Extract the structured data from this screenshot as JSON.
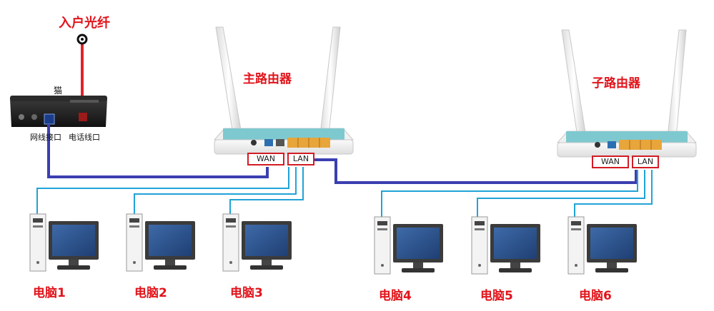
{
  "fiber": {
    "label": "入户光纤"
  },
  "modem": {
    "label": "猫",
    "port_network": "网线接口",
    "port_phone": "电话线口"
  },
  "main_router": {
    "label": "主路由器",
    "wan": "WAN",
    "lan": "LAN"
  },
  "sub_router": {
    "label": "子路由器",
    "wan": "WAN",
    "lan": "LAN"
  },
  "computers": [
    {
      "label": "电脑1"
    },
    {
      "label": "电脑2"
    },
    {
      "label": "电脑3"
    },
    {
      "label": "电脑4"
    },
    {
      "label": "电脑5"
    },
    {
      "label": "电脑6"
    }
  ],
  "colors": {
    "label_red": "#e1141b",
    "port_box_red": "#d21c24",
    "fiber_line": "#e0222a",
    "main_link_blue": "#3b3fb0",
    "lan_cable_cyan": "#21a3d6",
    "router_teal": "#7ec9cf",
    "lan_port_orange": "#e8a53a"
  }
}
